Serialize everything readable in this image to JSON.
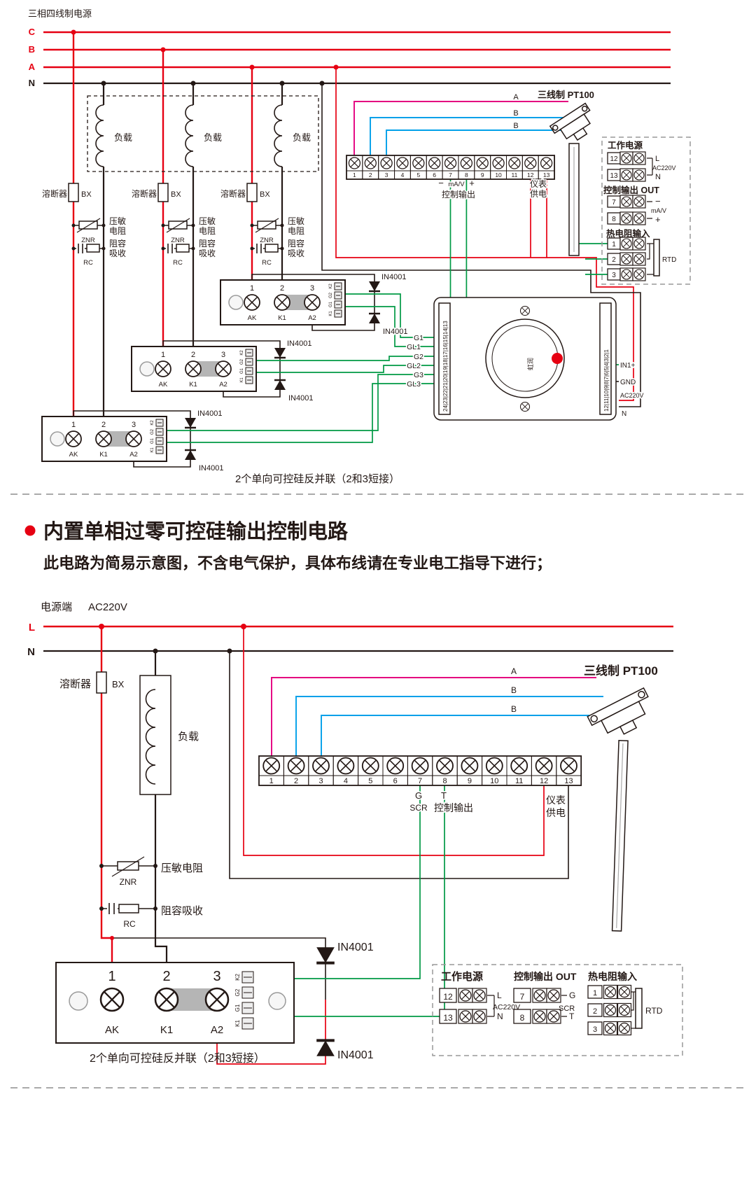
{
  "colors": {
    "red": "#e60012",
    "magenta": "#e4007f",
    "blue": "#00a0e9",
    "green": "#009944",
    "ink": "#231815"
  },
  "top": {
    "title": "三相四线制电源",
    "phase_c": "C",
    "phase_b": "B",
    "phase_a": "A",
    "phase_n": "N",
    "load": "负载",
    "fuse": "溶断器",
    "fuse_type": "BX",
    "varistor_1": "压敏",
    "varistor_2": "电阻",
    "varistor_type": "ZNR",
    "rc_1": "阻容",
    "rc_2": "吸收",
    "rc_type": "RC",
    "diode": "IN4001",
    "terminal_numbers": [
      "1",
      "2",
      "3",
      "4",
      "5",
      "6",
      "7",
      "8",
      "9",
      "10",
      "11",
      "12",
      "13"
    ],
    "minus": "−",
    "mav": "mA/V",
    "plus": "+",
    "control_output": "控制输出",
    "meter_1": "仪表",
    "meter_2": "供电",
    "pt100": "三线制 PT100",
    "wire_a": "A",
    "wire_b1": "B",
    "wire_b2": "B",
    "module": {
      "numbers": [
        "1",
        "2",
        "3"
      ],
      "pins": [
        "AK",
        "K1",
        "A2"
      ],
      "connector": [
        "K2",
        "G2",
        "G1",
        "K1"
      ]
    },
    "gates": [
      "G1",
      "GL1",
      "G2",
      "GL2",
      "G3",
      "GL3"
    ],
    "legend": {
      "work_power": "工作电源",
      "n12": "12",
      "n13": "13",
      "l": "L",
      "ac": "AC220V",
      "n": "N",
      "ctrl": "控制输出 OUT",
      "n7": "7",
      "n8": "8",
      "minus": "−",
      "mav": "mA/V",
      "plus": "+",
      "rtd_in": "热电阻输入",
      "n1": "1",
      "n2": "2",
      "n3": "3",
      "rtd": "RTD"
    },
    "controller": {
      "left": "24|23|22|21|20|19|18|17|16|15|14|13",
      "right": "12|11|10|9|8|7|6|5|4|3|2|1",
      "in1": "IN1+",
      "gnd": "GND",
      "ac": "AC220V",
      "n": "N",
      "brand": "虹润"
    },
    "caption": "2个单向可控硅反并联（2和3短接）"
  },
  "middle": {
    "title": "内置单相过零可控硅输出控制电路",
    "subtitle": "此电路为简易示意图，不含电气保护，具体布线请在专业电工指导下进行；"
  },
  "bottom": {
    "source": "电源端",
    "voltage": "AC220V",
    "l": "L",
    "n": "N",
    "fuse": "溶断器",
    "fuse_type": "BX",
    "load": "负载",
    "varistor": "压敏电阻",
    "varistor_type": "ZNR",
    "rc": "阻容吸收",
    "rc_type": "RC",
    "diode": "IN4001",
    "terminal_numbers": [
      "1",
      "2",
      "3",
      "4",
      "5",
      "6",
      "7",
      "8",
      "9",
      "10",
      "11",
      "12",
      "13"
    ],
    "g": "G",
    "t": "T",
    "scr": "SCR",
    "control_output": "控制输出",
    "meter_1": "仪表",
    "meter_2": "供电",
    "pt100": "三线制 PT100",
    "wire_a": "A",
    "wire_b1": "B",
    "wire_b2": "B",
    "module": {
      "numbers": [
        "1",
        "2",
        "3"
      ],
      "pins": [
        "AK",
        "K1",
        "A2"
      ],
      "connector": [
        "K2",
        "G2",
        "G1",
        "K1"
      ]
    },
    "caption": "2个单向可控硅反并联（2和3短接）",
    "legend": {
      "work_power": "工作电源",
      "n12": "12",
      "n13": "13",
      "l": "L",
      "ac": "AC220V",
      "n": "N",
      "ctrl": "控制输出 OUT",
      "n7": "7",
      "n8": "8",
      "g": "G",
      "scr": "SCR",
      "t": "T",
      "rtd_in": "热电阻输入",
      "n1": "1",
      "n2": "2",
      "n3": "3",
      "rtd": "RTD"
    }
  }
}
